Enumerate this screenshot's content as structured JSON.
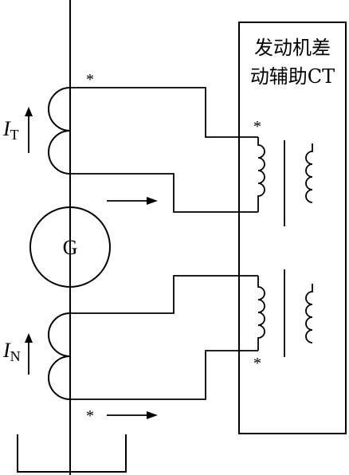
{
  "diagram": {
    "box_label_line1": "发动机差",
    "box_label_line2": "动辅助CT",
    "generator_label": "G",
    "current_top": {
      "main": "I",
      "sub": "T"
    },
    "current_bottom": {
      "main": "I",
      "sub": "N"
    },
    "polarity_mark": "*"
  }
}
